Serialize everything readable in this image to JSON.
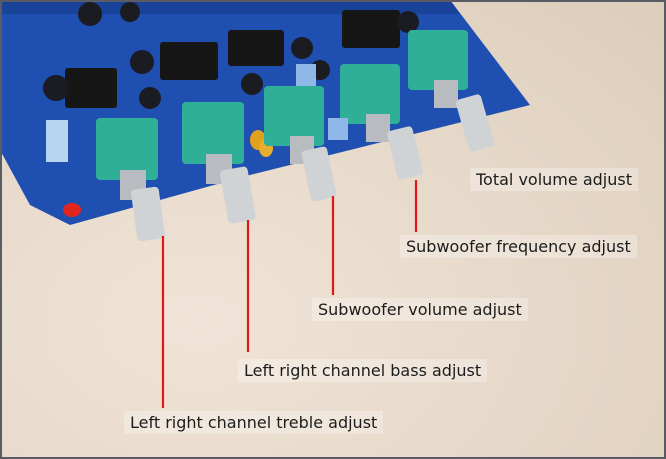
{
  "callouts": [
    {
      "id": "total-volume",
      "text": "Total volume adjust"
    },
    {
      "id": "subwoofer-frequency",
      "text": "Subwoofer frequency adjust"
    },
    {
      "id": "subwoofer-volume",
      "text": "Subwoofer volume adjust"
    },
    {
      "id": "bass",
      "text": "Left right channel bass adjust"
    },
    {
      "id": "treble",
      "text": "Left right channel treble adjust"
    }
  ],
  "colors": {
    "board": "#1f4fb0",
    "pot_body": "#2fae98",
    "leader_line": "#e01818",
    "background": "#e6d8c8"
  }
}
